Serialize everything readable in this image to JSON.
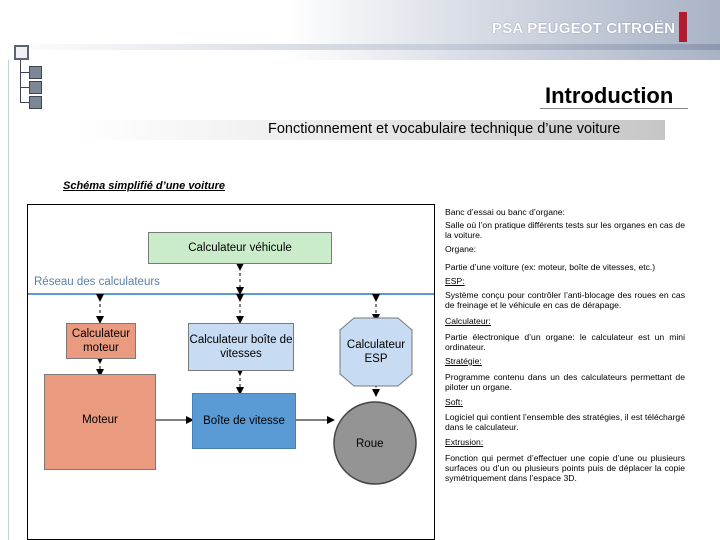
{
  "header": {
    "brand": "PSA PEUGEOT CITROËN"
  },
  "slide": {
    "title": "Introduction",
    "subtitle": "Fonctionnement et vocabulaire technique d’une voiture"
  },
  "schema": {
    "title": "Schéma simplifié d’une voiture",
    "nodes": {
      "calc_vehicule": "Calculateur véhicule",
      "reseau": "Réseau des calculateurs",
      "calc_moteur": "Calculateur moteur",
      "calc_boite": "Calculateur boîte de vitesses",
      "calc_esp": "Calculateur ESP",
      "moteur": "Moteur",
      "boite": "Boîte de vitesse",
      "roue": "Roue"
    }
  },
  "glossary": [
    {
      "term": "Banc d’essai ou banc d’organe:",
      "definition": "Salle où l’on pratique différents tests sur les organes en cas de la voiture.",
      "underline": false
    },
    {
      "term": "Organe:",
      "definition": "Partie d’une voiture (ex: moteur, boîte de vitesses, etc.)",
      "underline": false
    },
    {
      "term": "ESP:",
      "definition": "Système conçu pour contrôler l’anti-blocage des roues en cas de freinage et le véhicule en cas de dérapage.",
      "underline": true
    },
    {
      "term": "Calculateur:",
      "definition": "Partie électronique d’un organe: le calculateur est un mini ordinateur.",
      "underline": true
    },
    {
      "term": "Stratégie:",
      "definition": "Programme contenu dans un des calculateurs permettant de piloter un organe.",
      "underline": true
    },
    {
      "term": "Soft:",
      "definition": "Logiciel qui contient l’ensemble des stratégies, il est téléchargé dans le calculateur.",
      "underline": true
    },
    {
      "term": "Extrusion:",
      "definition": "Fonction qui permet d’effectuer une copie d’une ou plusieurs surfaces ou d’un ou plusieurs points puis de déplacer la copie symétriquement dans l’espace 3D.",
      "underline": true
    }
  ],
  "colors": {
    "green": "#cbeccb",
    "red": "#e99a7f",
    "lightblue": "#c7dbf2",
    "blue": "#5b9bd5",
    "grey": "#949494",
    "network": "#5b9bd5",
    "brand_red": "#b01c2e"
  }
}
